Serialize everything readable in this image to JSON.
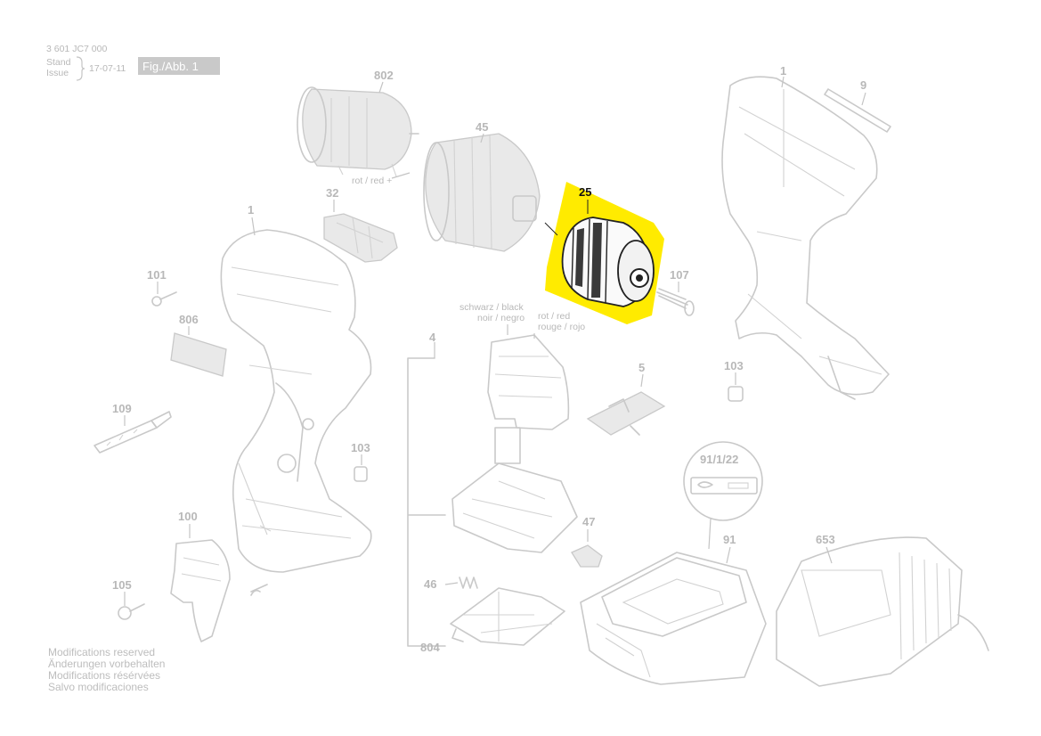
{
  "header": {
    "doc_number": "3 601 JC7 000",
    "stand_label": "Stand",
    "issue_label": "Issue",
    "date": "17-07-11",
    "fig_label": "Fig./Abb. 1"
  },
  "parts": {
    "p802": "802",
    "p45": "45",
    "p25": "25",
    "p107": "107",
    "p32": "32",
    "p1_left": "1",
    "p1_right": "1",
    "p9": "9",
    "p101": "101",
    "p806": "806",
    "p109": "109",
    "p103_left": "103",
    "p103_right": "103",
    "p100": "100",
    "p105": "105",
    "p4": "4",
    "p5": "5",
    "p47": "47",
    "p46": "46",
    "p804": "804",
    "p91122": "91/1/22",
    "p91": "91",
    "p653": "653"
  },
  "wire_labels": {
    "rot_red_plus": "rot / red +",
    "schwarz_black": "schwarz / black",
    "noir_negro": "noir / negro",
    "rot_red": "rot / red",
    "rouge_rojo": "rouge / rojo"
  },
  "footer": {
    "line1": "Modifications reserved",
    "line2": "Änderungen vorbehalten",
    "line3": "Modifications résérvées",
    "line4": "Salvo modificaciones"
  },
  "highlight": {
    "part": "25",
    "color": "#ffeb00"
  }
}
